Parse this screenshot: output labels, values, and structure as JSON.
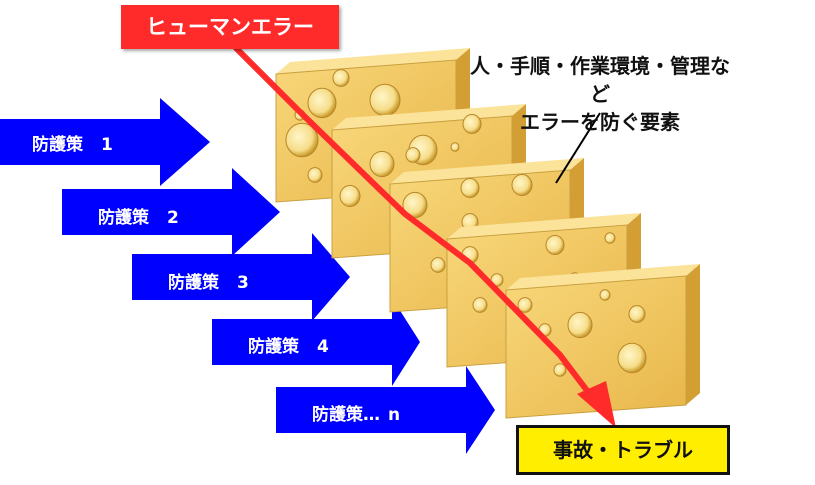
{
  "title": "ヒューマンエラー",
  "annotation_lines": [
    "人・手順・作業環境・管理など",
    "エラーを防ぐ要素"
  ],
  "outcome": "事故・トラブル",
  "defenses": [
    {
      "label": "防護策",
      "num": "1"
    },
    {
      "label": "防護策",
      "num": "2"
    },
    {
      "label": "防護策",
      "num": "3"
    },
    {
      "label": "防護策",
      "num": "4"
    },
    {
      "label": "防護策…",
      "num": "n"
    }
  ],
  "colors": {
    "arrow_blue": "#0000ff",
    "error_red": "#ff2a2a",
    "cheese": "#f2c85a",
    "outcome_yellow": "#ffee00"
  }
}
